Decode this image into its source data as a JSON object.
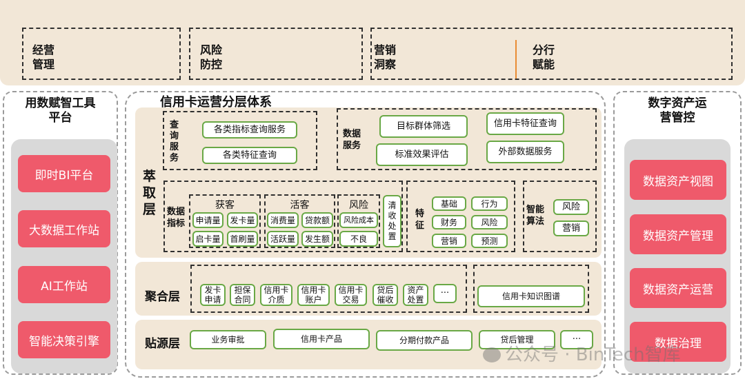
{
  "top_bar": {
    "items": [
      {
        "label": "经营\n管理"
      },
      {
        "label": "风险\n防控"
      },
      {
        "label": "营销\n洞察"
      },
      {
        "label": "分行\n赋能"
      }
    ]
  },
  "left_panel": {
    "title": "用数赋智工具\n平台",
    "buttons": [
      "即时BI平台",
      "大数据工作站",
      "AI工作站",
      "智能决策引擎"
    ]
  },
  "right_panel": {
    "title": "数字资产运\n营管控",
    "buttons": [
      "数据资产视图",
      "数据资产管理",
      "数据资产运营",
      "数据治理"
    ]
  },
  "center": {
    "title": "信用卡运营分层体系",
    "extract_layer": {
      "label": "萃\n取\n层",
      "query_service": {
        "label": "查\n询\n服\n务",
        "items": [
          "各类指标查询服务",
          "各类特征查询"
        ]
      },
      "data_service": {
        "label": "数据\n服务",
        "items": [
          "目标群体筛选",
          "信用卡特征查询",
          "标准效果评估",
          "外部数据服务"
        ]
      },
      "data_indicators": {
        "label": "数据\n指标",
        "acquire": {
          "label": "获客",
          "items": [
            "申请量",
            "发卡量",
            "启卡量",
            "首刷量"
          ]
        },
        "active": {
          "label": "活客",
          "items": [
            "消费量",
            "贷款额",
            "活跃量",
            "发生额"
          ]
        },
        "risk": {
          "label": "风险",
          "items": [
            "风险成本",
            "不良"
          ]
        },
        "collection": {
          "label": "清\n收\n处\n置"
        }
      },
      "features": {
        "label": "特\n征",
        "items": [
          "基础",
          "行为",
          "财务",
          "风险",
          "营销",
          "预测"
        ]
      },
      "smart_algo": {
        "label": "智能\n算法",
        "items": [
          "风险",
          "营销"
        ]
      }
    },
    "aggregate_layer": {
      "label": "聚合层",
      "items": [
        "发卡\n申请",
        "担保\n合同",
        "信用卡\n介质",
        "信用卡\n账户",
        "信用卡\n交易",
        "贷后\n催收",
        "资产\n处置",
        "···"
      ],
      "knowledge": "信用卡知识图谱"
    },
    "source_layer": {
      "label": "贴源层",
      "items": [
        "业务审批",
        "信用卡产品",
        "分期付款产品",
        "贷后管理",
        "···"
      ]
    }
  },
  "watermark": "公众号 · BinTech智库",
  "colors": {
    "beige": "#f2e7d7",
    "green": "#69a845",
    "red": "#ef5a6b",
    "gray": "#d9d9d9",
    "orange_divider": "#e98c33"
  }
}
